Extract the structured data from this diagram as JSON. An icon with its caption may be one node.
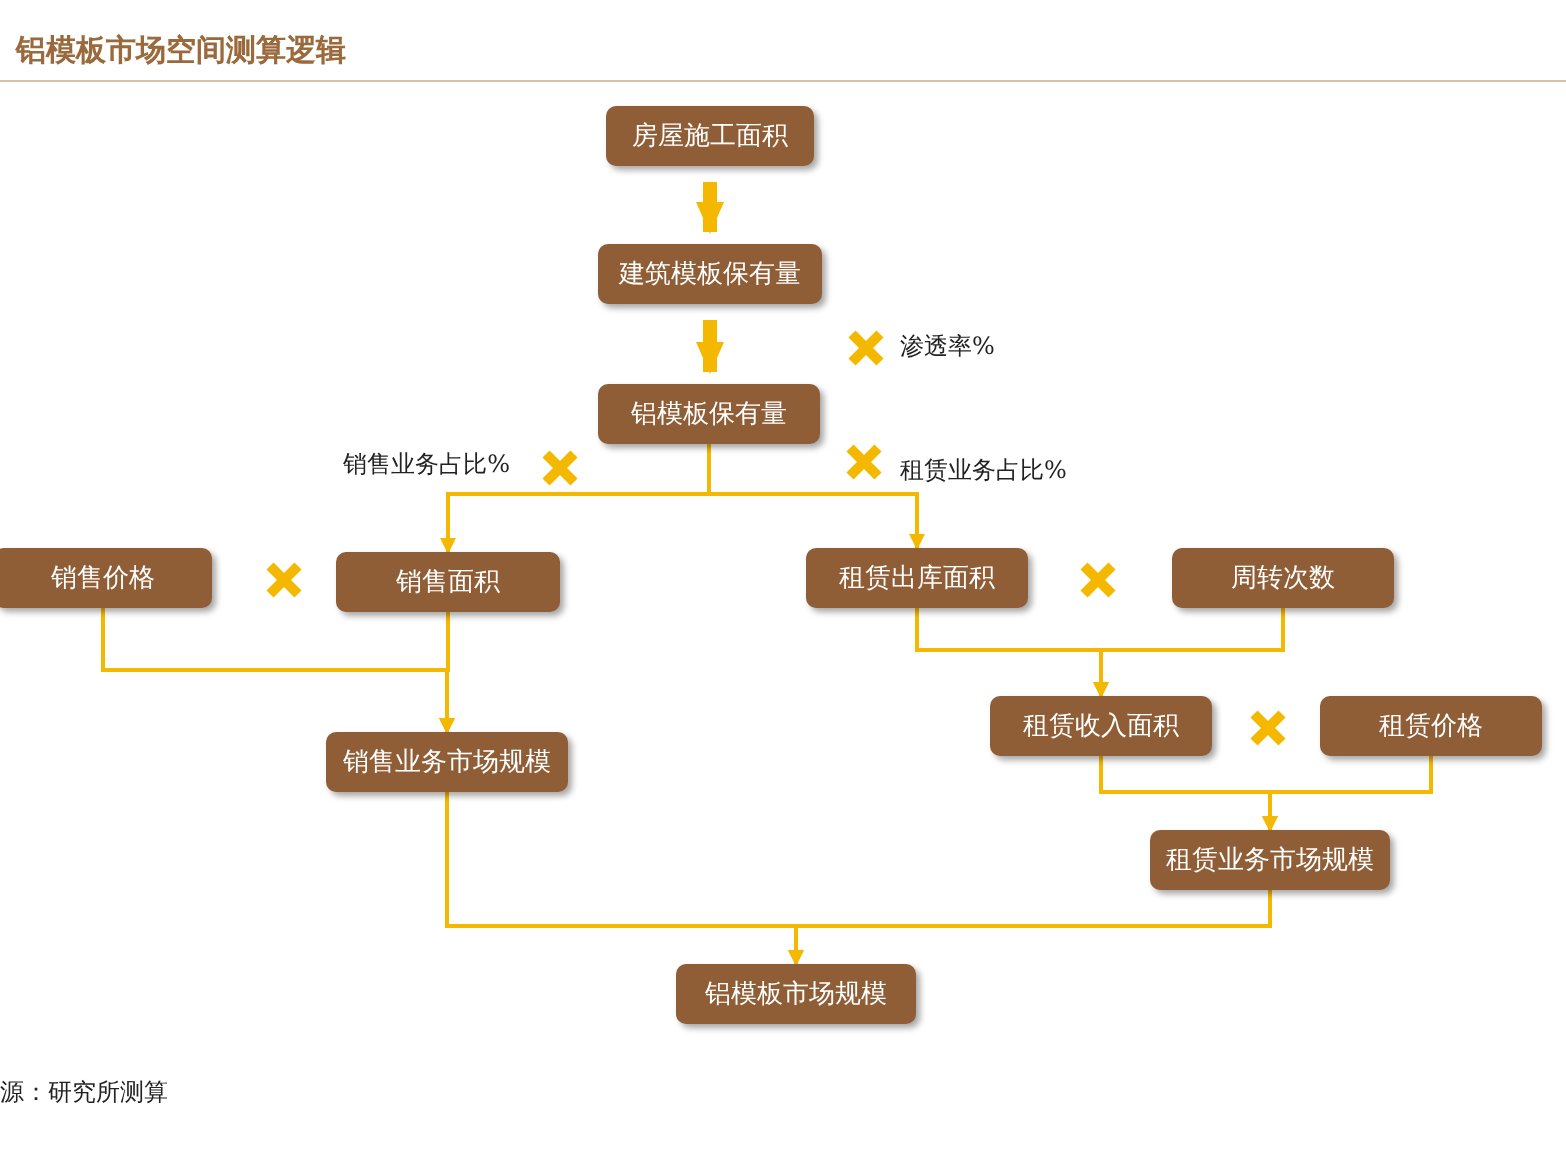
{
  "diagram": {
    "title": "铝模板市场空间测算逻辑",
    "caption": "源：研究所测算",
    "nodes": [
      {
        "text": [
          "房屋施工面积"
        ]
      },
      {
        "text": [
          "建筑模板保有量"
        ]
      },
      {
        "text": [
          "铝模板保有量"
        ]
      },
      {
        "text": [
          "销售价格"
        ]
      },
      {
        "text": [
          "销售面积"
        ]
      },
      {
        "text": [
          "租赁出库面积"
        ]
      },
      {
        "text": [
          "周转次数"
        ]
      },
      {
        "text": [
          "销售业务市场规模"
        ]
      },
      {
        "text": [
          "租赁收入面积"
        ]
      },
      {
        "text": [
          "租赁价格"
        ]
      },
      {
        "text": [
          "租赁业务市场规模"
        ]
      },
      {
        "text": [
          "铝模板市场规模"
        ]
      }
    ],
    "edges": [
      {
        "from": 0,
        "to": 1,
        "arrow": "to",
        "style": "thick"
      },
      {
        "from": 1,
        "to": 2,
        "arrow": "to",
        "style": "thick"
      },
      {
        "from": 2,
        "to": 4,
        "arrow": "to"
      },
      {
        "from": 2,
        "to": 5,
        "arrow": "to"
      },
      {
        "from": 3,
        "to": 7,
        "arrow": "to"
      },
      {
        "from": 4,
        "to": 7,
        "arrow": "to"
      },
      {
        "from": 5,
        "to": 8,
        "arrow": "to"
      },
      {
        "from": 6,
        "to": 8,
        "arrow": "to"
      },
      {
        "from": 8,
        "to": 10,
        "arrow": "to"
      },
      {
        "from": 9,
        "to": 10,
        "arrow": "to"
      },
      {
        "from": 7,
        "to": 11,
        "arrow": "to"
      },
      {
        "from": 10,
        "to": 11,
        "arrow": "to"
      }
    ],
    "labels": [
      "渗透率%",
      "销售业务占比%",
      "租赁业务占比%"
    ]
  }
}
